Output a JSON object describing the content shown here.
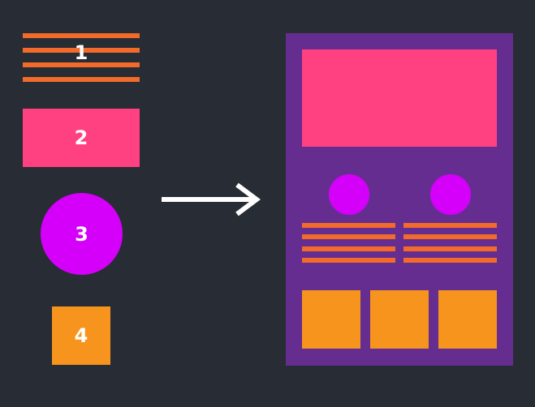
{
  "colors": {
    "background": "#282c34",
    "stripe": "#f26b2a",
    "pink": "#ff4081",
    "magenta": "#d500f9",
    "orange": "#f7941d",
    "purple": "#662d91",
    "arrow": "#ffffff"
  },
  "legend": {
    "item1": "1",
    "item2": "2",
    "item3": "3",
    "item4": "4"
  }
}
